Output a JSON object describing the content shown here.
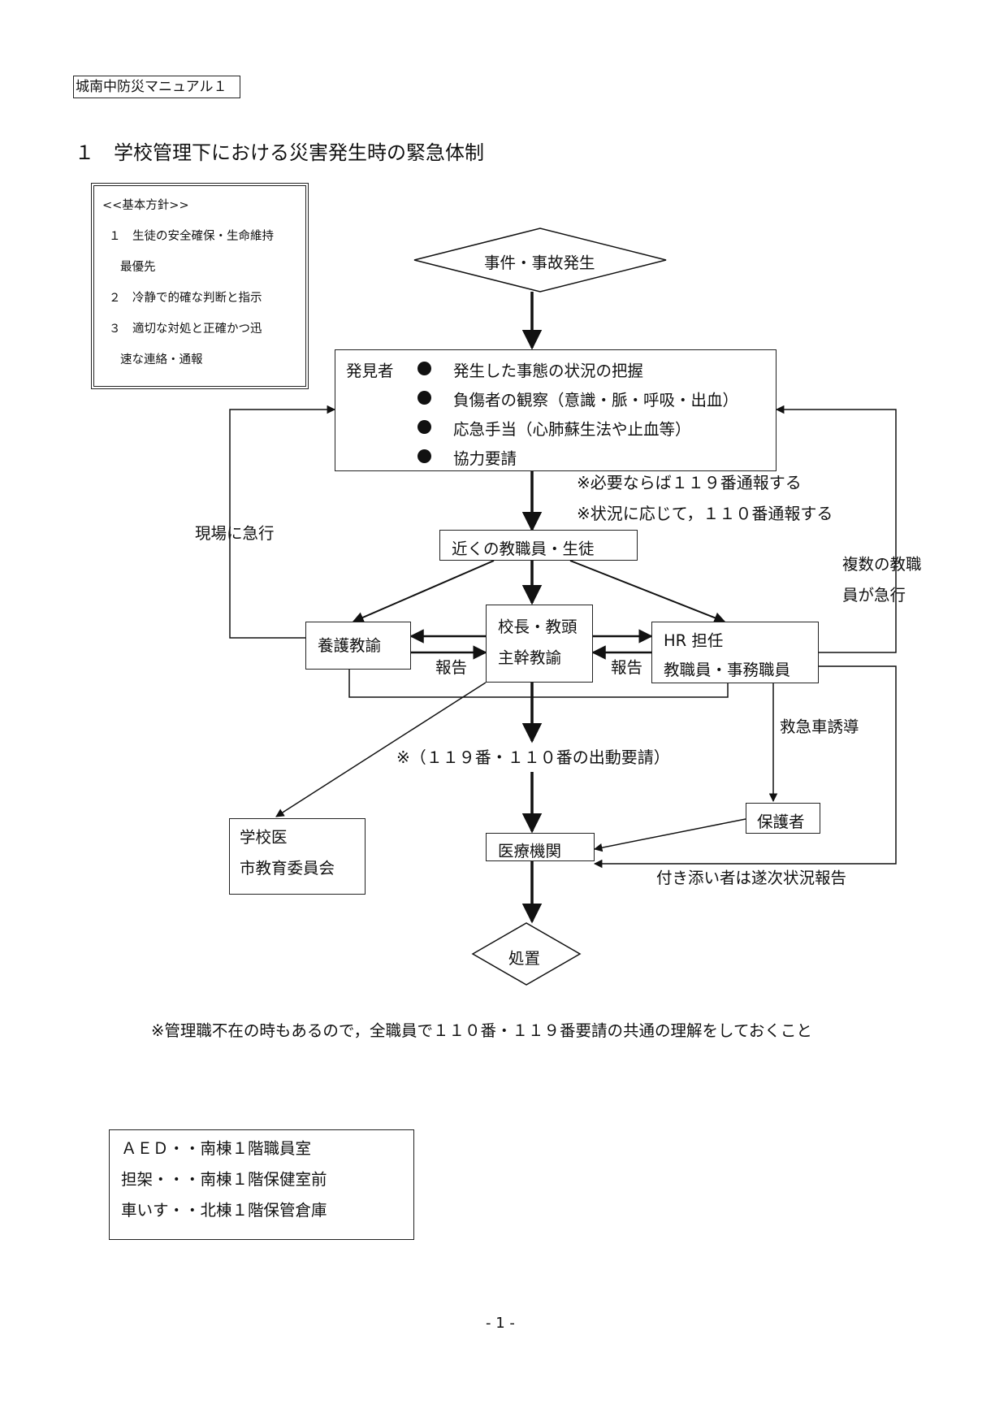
{
  "header_tag": "城南中防災マニュアル１",
  "title": "１　学校管理下における災害発生時の緊急体制",
  "policy": {
    "heading": "<<基本方針>>",
    "lines": [
      "１　生徒の安全確保・生命維持",
      "最優先",
      "２　冷静で的確な判断と指示",
      "３　適切な対処と正確かつ迅",
      "速な連絡・通報"
    ]
  },
  "flow": {
    "start": "事件・事故発生",
    "finder_label": "発見者",
    "finder_items": [
      "発生した事態の状況の把握",
      "負傷者の観察（意識・脈・呼吸・出血）",
      "応急手当（心肺蘇生法や止血等）",
      "協力要請"
    ],
    "note_119": "※必要ならば１１９番通報する",
    "note_110": "※状況に応じて，１１０番通報する",
    "nearby": "近くの教職員・生徒",
    "rush_left": "現場に急行",
    "rush_right_1": "複数の教職",
    "rush_right_2": "員が急行",
    "nurse": "養護教諭",
    "principal_1": "校長・教頭",
    "principal_2": "主幹教諭",
    "hr_1": "HR 担任",
    "hr_2": "教職員・事務職員",
    "report_left": "報告",
    "report_right": "報告",
    "ambulance": "救急車誘導",
    "dispatch_note": "※（１１９番・１１０番の出動要請）",
    "guardian": "保護者",
    "school_doctor": "学校医",
    "board": "市教育委員会",
    "medical": "医療機関",
    "attendant_note": "付き添い者は遂次状況報告",
    "end": "処置"
  },
  "footnote": "※管理職不在の時もあるので，全職員で１１０番・１１９番要請の共通の理解をしておくこと",
  "equipment": [
    "ＡＥＤ・・南棟１階職員室",
    "担架・・・南棟１階保健室前",
    "車いす・・北棟１階保管倉庫"
  ],
  "page_number": "- 1 -"
}
